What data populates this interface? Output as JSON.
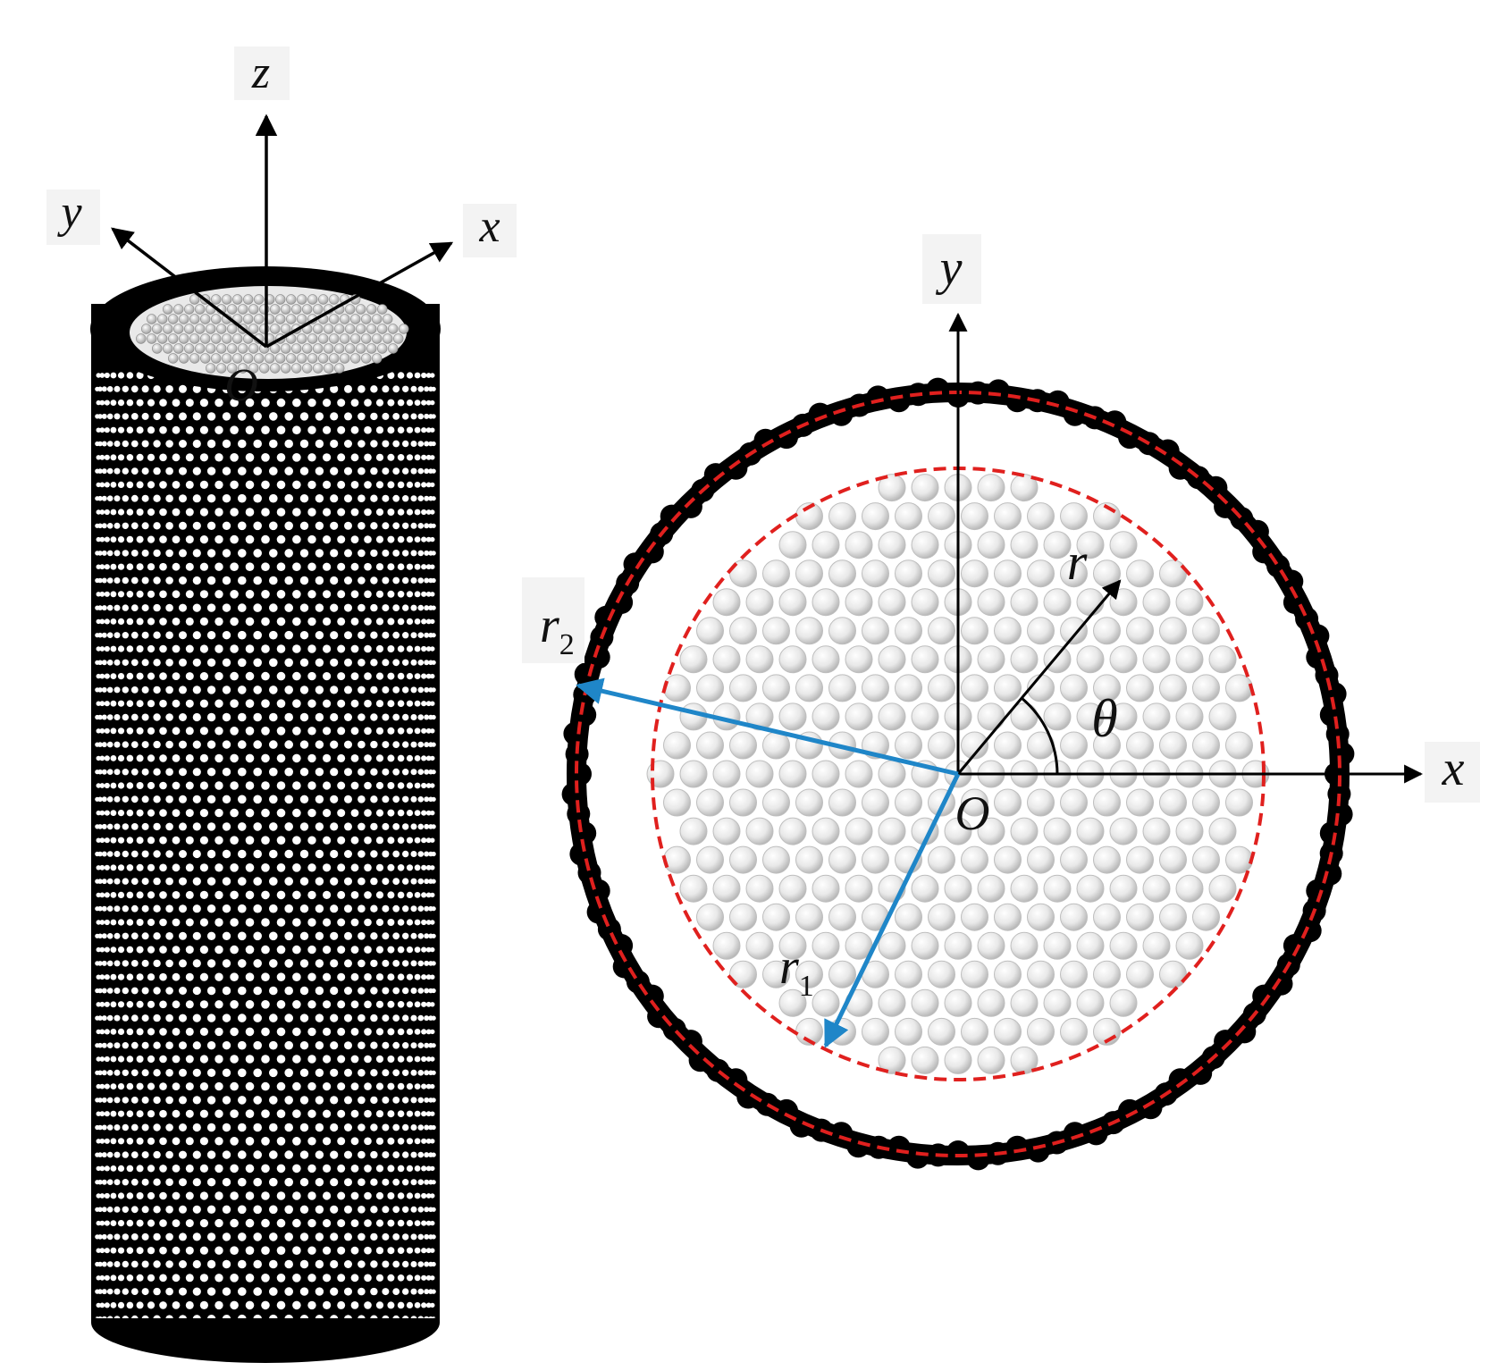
{
  "cylinder_view": {
    "axis_labels": {
      "z": "z",
      "y": "y",
      "x": "x",
      "origin": "O"
    }
  },
  "cross_section_view": {
    "axis_labels": {
      "y": "y",
      "x": "x",
      "origin": "O",
      "theta": "θ",
      "r": "r"
    },
    "radius_labels": {
      "r1_base": "r",
      "r1_sub": "1",
      "r2_base": "r",
      "r2_sub": "2"
    }
  },
  "colors": {
    "shell_atoms": "#000000",
    "core_atoms": "#d9d9d9",
    "dashed_circles": "#e0201e",
    "radius_arrows": "#1f86c8",
    "axes": "#000000"
  }
}
